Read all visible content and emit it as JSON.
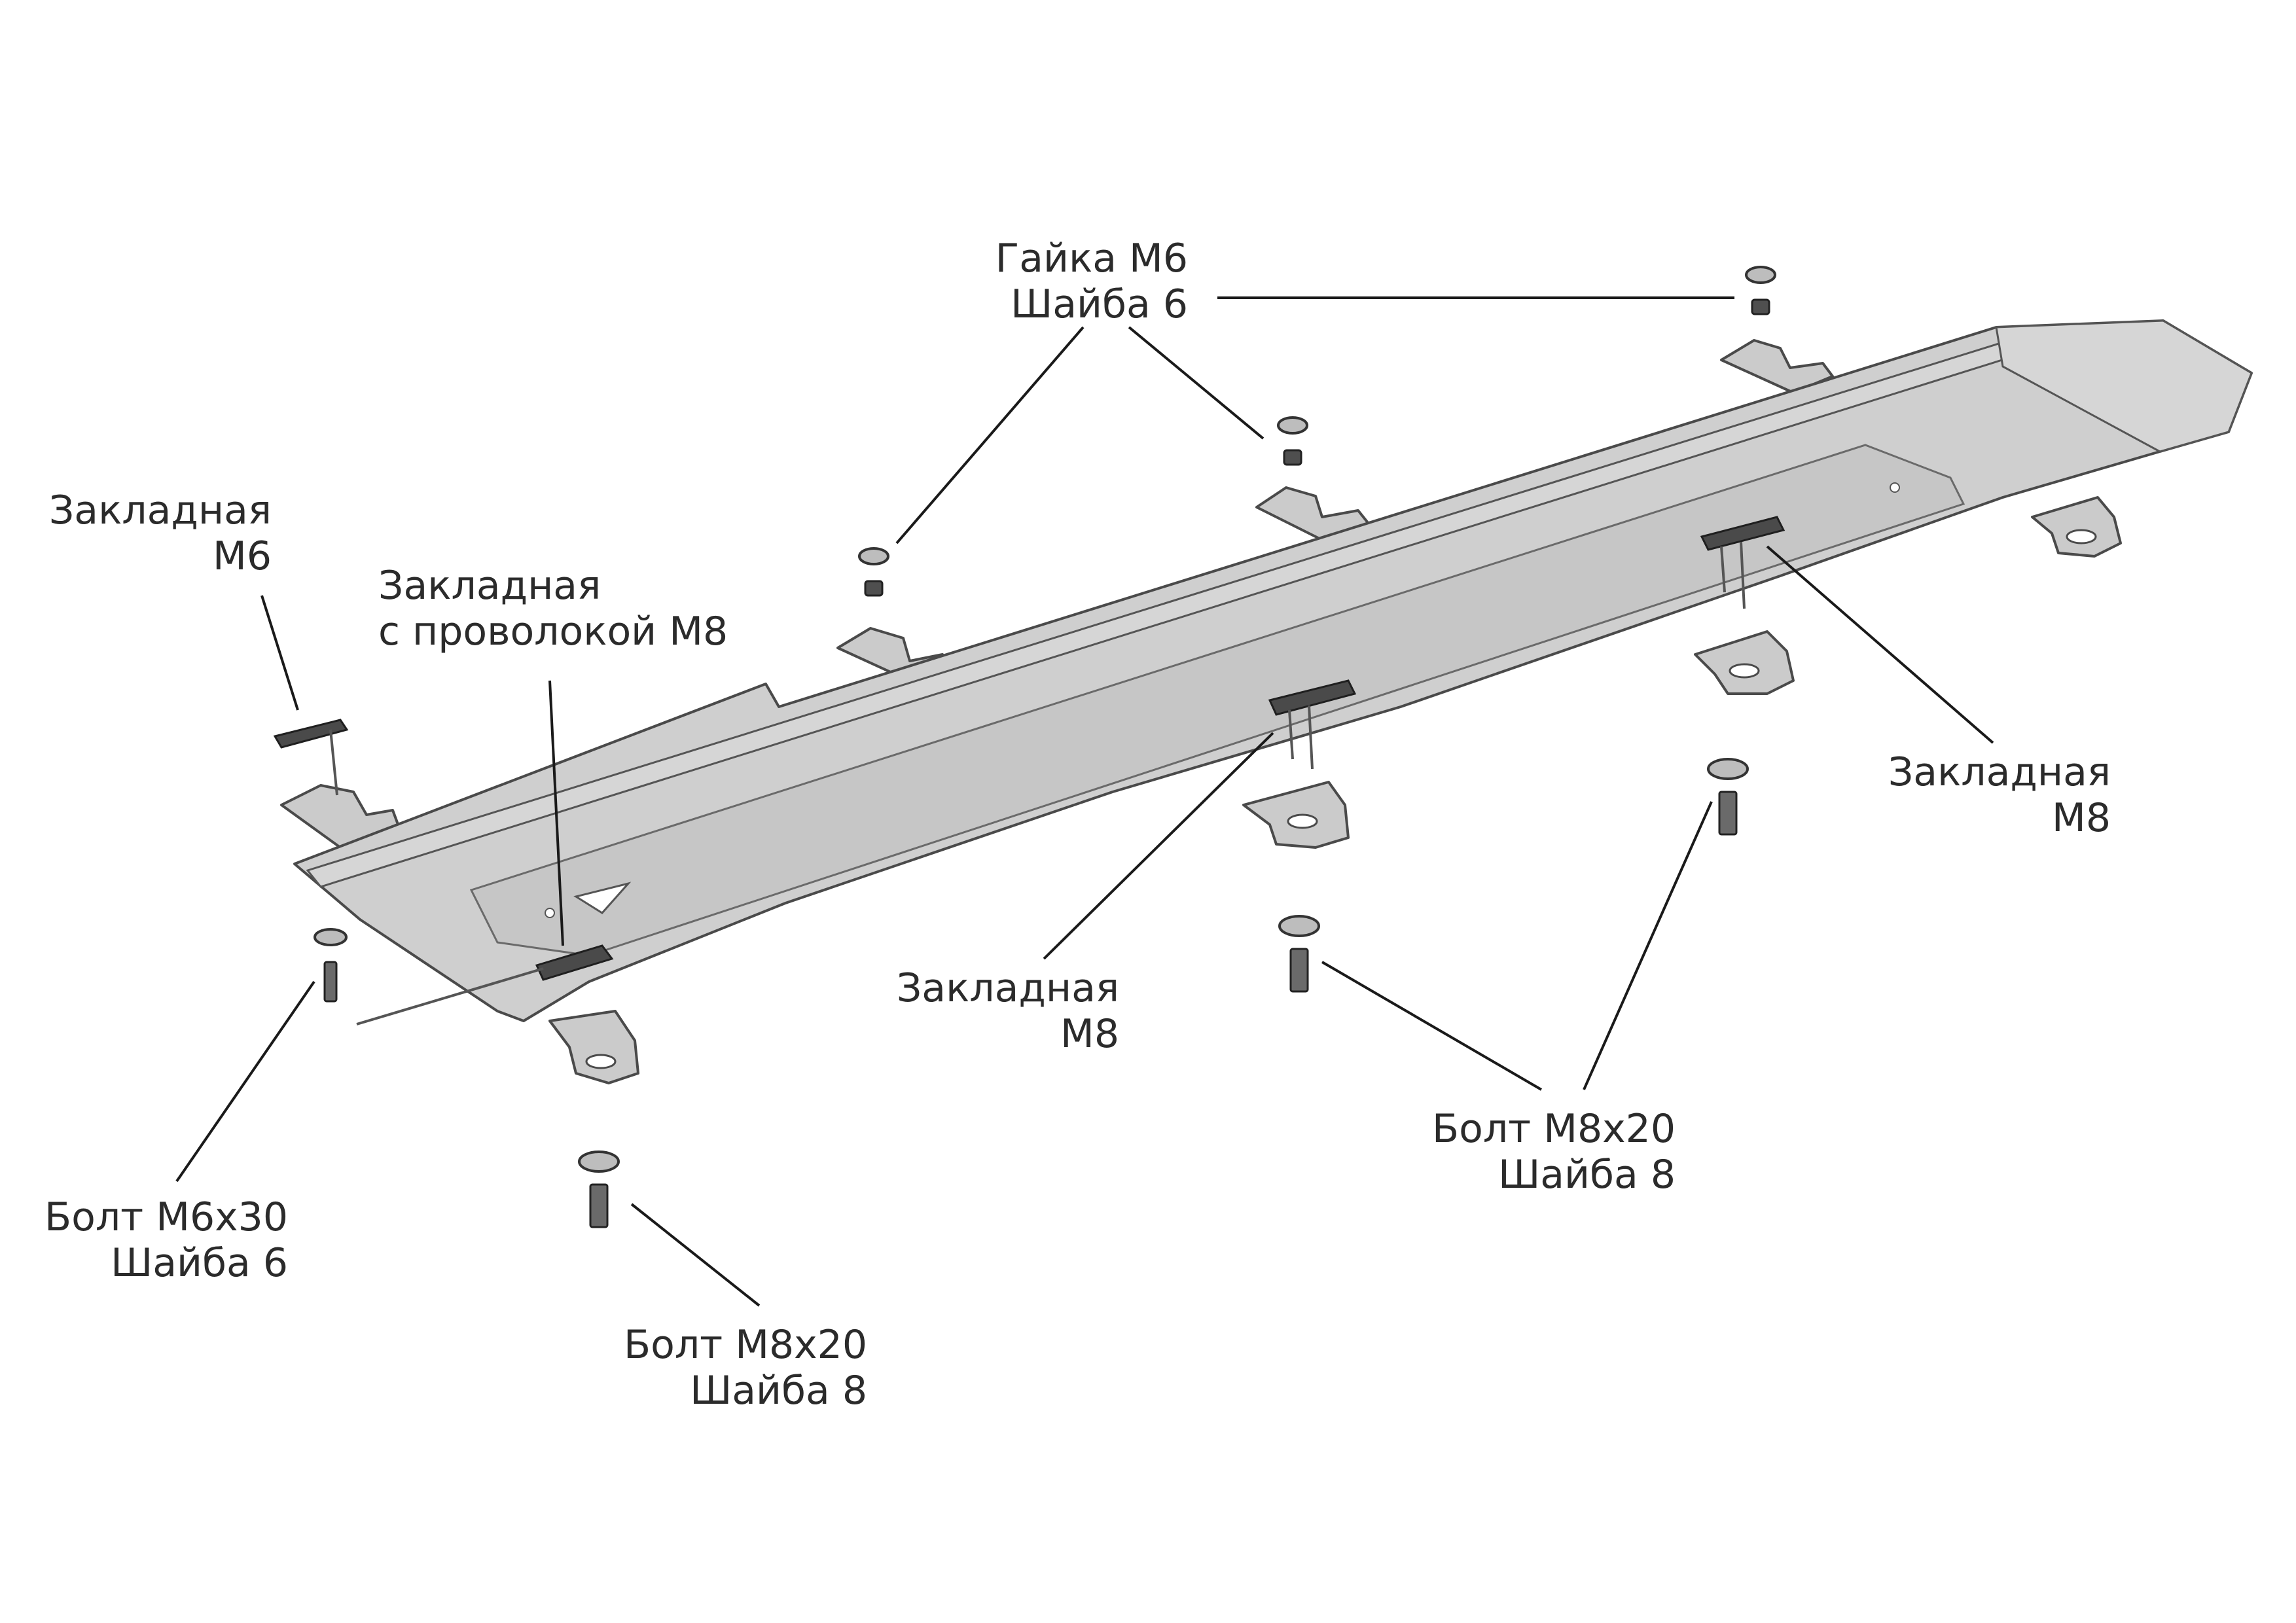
{
  "labels": {
    "nut_m6": {
      "line1": "Гайка М6",
      "line2": "Шайба 6"
    },
    "insert_m6": {
      "line1": "Закладная",
      "line2": "М6"
    },
    "insert_wire_m8": {
      "line1": "Закладная",
      "line2": "с проволокой М8"
    },
    "insert_m8_right": {
      "line1": "Закладная",
      "line2": "М8"
    },
    "insert_m8_center": {
      "line1": "Закладная",
      "line2": "М8"
    },
    "bolt_m8_right": {
      "line1": "Болт М8х20",
      "line2": "Шайба 8"
    },
    "bolt_m6": {
      "line1": "Болт М6х30",
      "line2": "Шайба 6"
    },
    "bolt_m8_bottom": {
      "line1": "Болт М8х20",
      "line2": "Шайба 8"
    }
  },
  "colors": {
    "plate": "#cfcfcf",
    "outline": "#4a4a4a",
    "text": "#2b2b2b",
    "background": "#ffffff"
  }
}
